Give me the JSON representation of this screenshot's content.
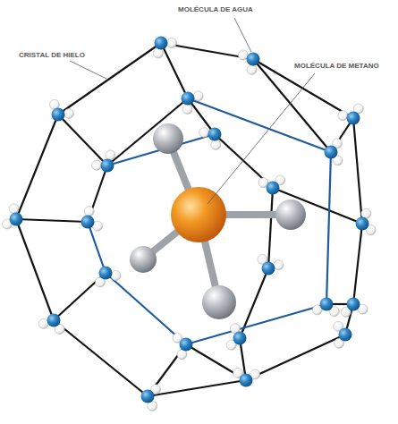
{
  "diagram": {
    "labels": [
      "MOLÉCULA DE AGUA",
      "CRISTAL DE HIELO",
      "MOLÉCULA DE METANO"
    ]
  }
}
